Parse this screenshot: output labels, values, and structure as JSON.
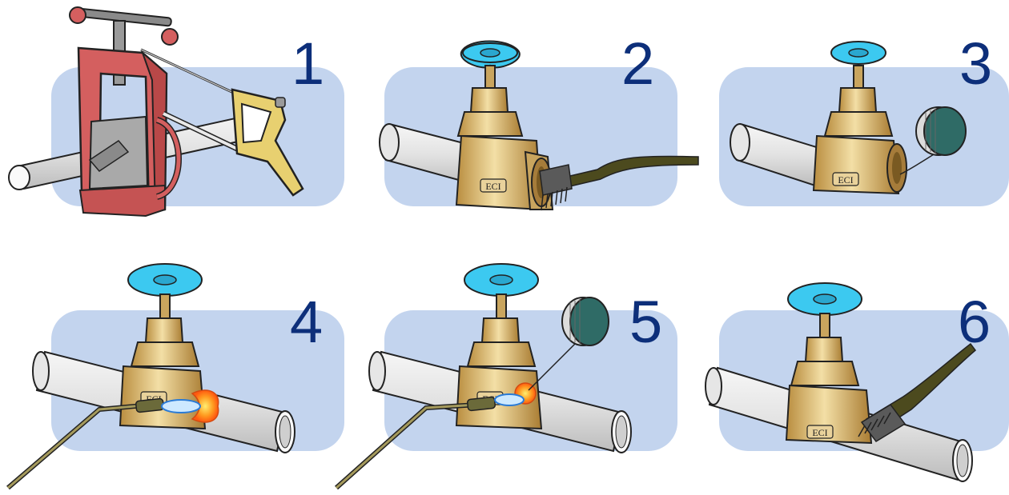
{
  "figure": {
    "steps": [
      {
        "number": "1",
        "action_icon": "pipe-vise-and-hacksaw"
      },
      {
        "number": "2",
        "action_icon": "wire-brush"
      },
      {
        "number": "3",
        "action_icon": "solder-spool"
      },
      {
        "number": "4",
        "action_icon": "torch-heating"
      },
      {
        "number": "5",
        "action_icon": "torch-and-solder-spool"
      },
      {
        "number": "6",
        "action_icon": "wire-brush"
      }
    ],
    "valve_marking": "ECI"
  },
  "colors": {
    "panel_bg": "#c3d4ee",
    "step_number": "#0d2f7a",
    "valve_handle": "#3cc9f0",
    "valve_brass": "#e2c585",
    "pipe": "#e4e4e4",
    "vise": "#d45f5f",
    "saw_frame": "#e8d070",
    "brush": "#4c4a1e",
    "spool": "#2f6b66",
    "flame": "#ff8a1e"
  }
}
